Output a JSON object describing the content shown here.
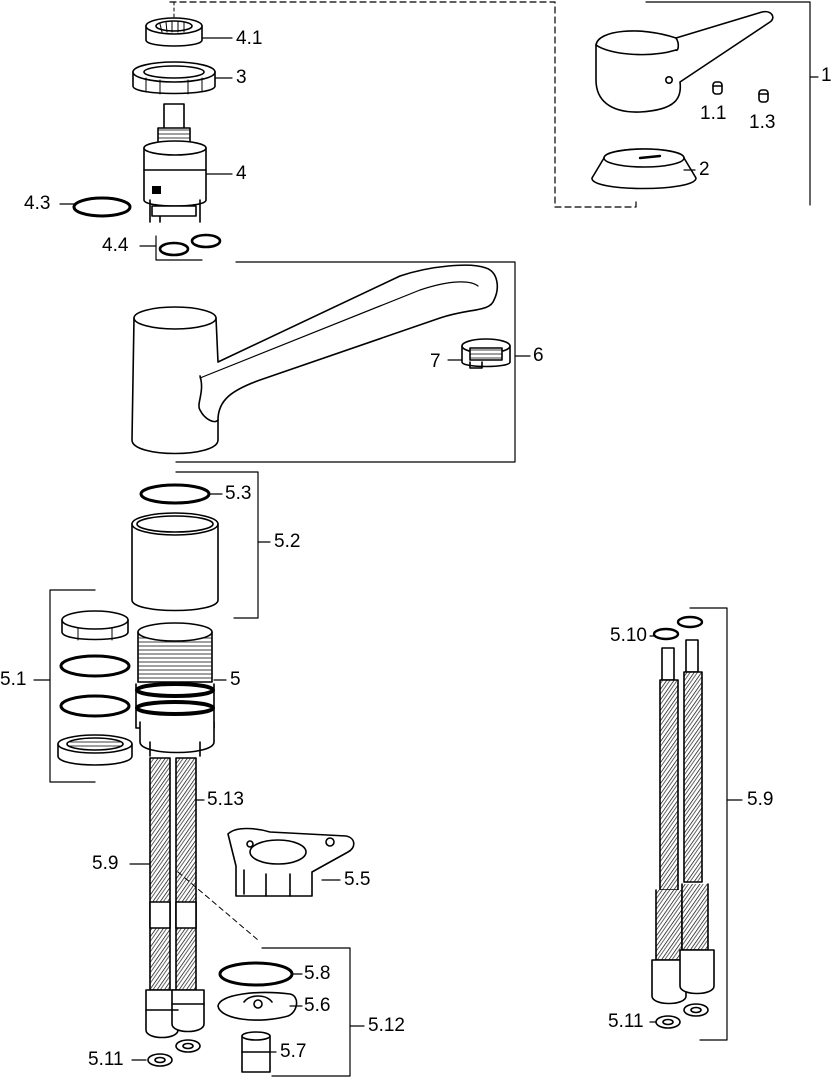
{
  "labels": {
    "p1": "1",
    "p1_1": "1.1",
    "p1_3": "1.3",
    "p2": "2",
    "p3": "3",
    "p4": "4",
    "p4_1": "4.1",
    "p4_3": "4.3",
    "p4_4": "4.4",
    "p5": "5",
    "p5_1": "5.1",
    "p5_2": "5.2",
    "p5_3": "5.3",
    "p5_5": "5.5",
    "p5_6": "5.6",
    "p5_7": "5.7",
    "p5_8": "5.8",
    "p5_9_left": "5.9",
    "p5_9_right": "5.9",
    "p5_10": "5.10",
    "p5_11_left": "5.11",
    "p5_11_right": "5.11",
    "p5_12": "5.12",
    "p5_13": "5.13",
    "p6": "6",
    "p7": "7"
  }
}
